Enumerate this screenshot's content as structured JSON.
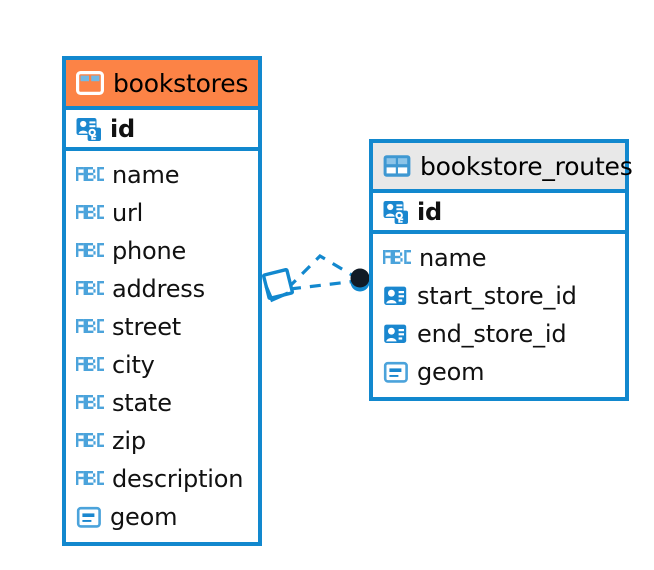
{
  "diagram": {
    "kind": "entity-relationship-diagram",
    "background_color": "#ffffff",
    "accent_blue": "#1288ce",
    "accent_orange": "#fc8346",
    "header_gray": "#e8e8e8",
    "connector": {
      "name": "relationship-connector",
      "style": "dashed",
      "color": "#1288ce",
      "left_endpoint": "diamond-marker",
      "right_endpoint": "filled-circle-marker"
    }
  },
  "entities": [
    {
      "id": "bookstores",
      "title": "bookstores",
      "title_icon": "table-icon",
      "header_style": "accent-orange",
      "primary_key": {
        "label": "id",
        "icon": "primary-key-icon"
      },
      "fields": [
        {
          "label": "name",
          "icon": "text-abc-icon"
        },
        {
          "label": "url",
          "icon": "text-abc-icon"
        },
        {
          "label": "phone",
          "icon": "text-abc-icon"
        },
        {
          "label": "address",
          "icon": "text-abc-icon"
        },
        {
          "label": "street",
          "icon": "text-abc-icon"
        },
        {
          "label": "city",
          "icon": "text-abc-icon"
        },
        {
          "label": "state",
          "icon": "text-abc-icon"
        },
        {
          "label": "zip",
          "icon": "text-abc-icon"
        },
        {
          "label": "description",
          "icon": "text-abc-icon"
        },
        {
          "label": "geom",
          "icon": "geometry-icon"
        }
      ]
    },
    {
      "id": "bookstore_routes",
      "title": "bookstore_routes",
      "title_icon": "table-icon",
      "header_style": "accent-gray",
      "primary_key": {
        "label": "id",
        "icon": "primary-key-icon"
      },
      "fields": [
        {
          "label": "name",
          "icon": "text-abc-icon"
        },
        {
          "label": "start_store_id",
          "icon": "foreign-key-icon"
        },
        {
          "label": "end_store_id",
          "icon": "foreign-key-icon"
        },
        {
          "label": "geom",
          "icon": "geometry-icon"
        }
      ]
    }
  ]
}
